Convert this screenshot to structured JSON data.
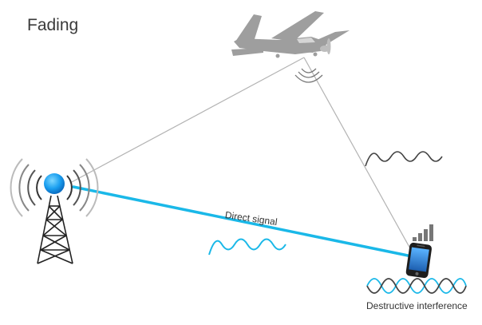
{
  "title": "Fading",
  "labels": {
    "direct_signal": "Direct signal",
    "destructive_interference": "Destructive interference"
  },
  "icons": [
    "antenna-tower-icon",
    "airplane-icon",
    "mobile-phone-icon",
    "signal-bars-icon"
  ],
  "colors": {
    "direct_signal": "#1ab8e8",
    "reflected_path": "#b3b3b3",
    "reflected_wave": "#444444",
    "tower_ball": "#1a9ff0",
    "airplane": "#9e9e9e",
    "signal_bars": "#777777"
  }
}
